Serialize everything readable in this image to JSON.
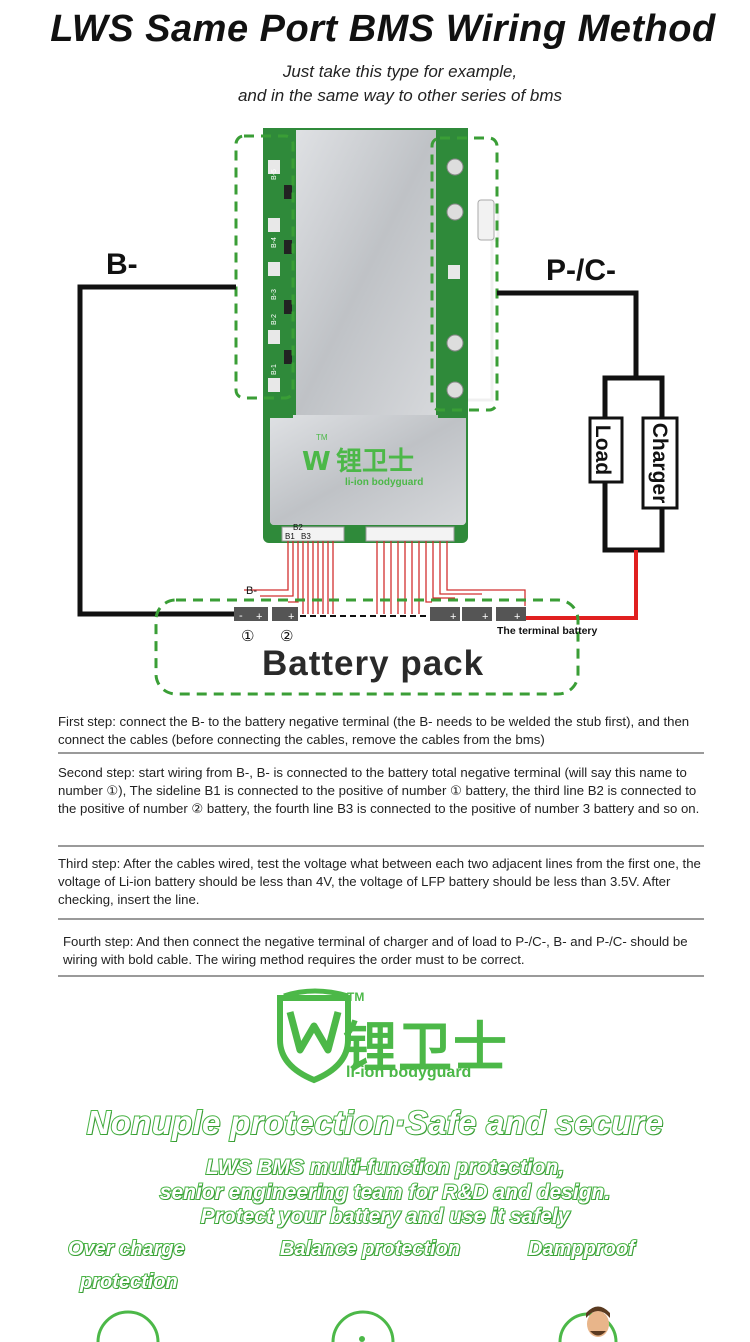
{
  "title": "LWS Same Port BMS Wiring Method",
  "subtitle": {
    "line1": "Just take this type for example,",
    "line2": "and in the same way to other series of bms"
  },
  "diagram": {
    "b_minus_label": "B-",
    "p_c_label": "P-/C-",
    "load_label": "Load",
    "charger_label": "Charger",
    "battery_pack_label": "Battery pack",
    "terminal_battery_label": "The terminal battery",
    "cell_number_1": "①",
    "cell_number_2": "②",
    "b_minus_small": "B-",
    "b1": "B1",
    "b2": "B2",
    "b3": "B3",
    "pad_labels": [
      "B-5",
      "B-4",
      "B-3",
      "B-2",
      "B-1"
    ],
    "board_brand": "锂卫士",
    "board_brand_en": "li-ion bodyguard",
    "tm": "TM",
    "plus": "+",
    "minus": "-",
    "colors": {
      "green_dash": "#3a9e36",
      "red_wire": "#e02020",
      "black_wire": "#111111"
    }
  },
  "steps": [
    "First step: connect the B- to the battery negative terminal (the B- needs to be welded the stub first), and then connect the cables (before connecting the cables, remove the cables from the bms)",
    "Second step: start wiring from B-, B- is connected to the battery total negative terminal (will say this name to number ①), The sideline B1 is connected to the positive of number ① battery, the third line B2 is connected to the positive of number ② battery, the fourth line B3 is connected to the positive of number 3 battery and so on.",
    "Third step: After the cables wired, test the voltage what between each two adjacent  lines from the first one, the voltage of Li-ion battery should be less than 4V, the voltage of LFP battery should be less than 3.5V. After checking, insert the line.",
    "Fourth step: And then connect the negative terminal of charger and  of load to P-/C-, B- and P-/C- should be wiring with bold cable. The wiring method requires the order must to be correct."
  ],
  "logo": {
    "cn": "锂卫士",
    "en": "li-ion bodyguard",
    "tm": "TM"
  },
  "promo": {
    "slogan": "Nonuple protection·Safe and secure",
    "sub_line1": "LWS BMS multi-function protection,",
    "sub_line2": "senior engineering team for R&D and design.",
    "sub_line3": "Protect your battery and use it safely",
    "features": [
      "Over charge",
      "protection",
      "Balance protection",
      "Dampproof"
    ]
  },
  "colors": {
    "brand_green": "#4cb848"
  }
}
